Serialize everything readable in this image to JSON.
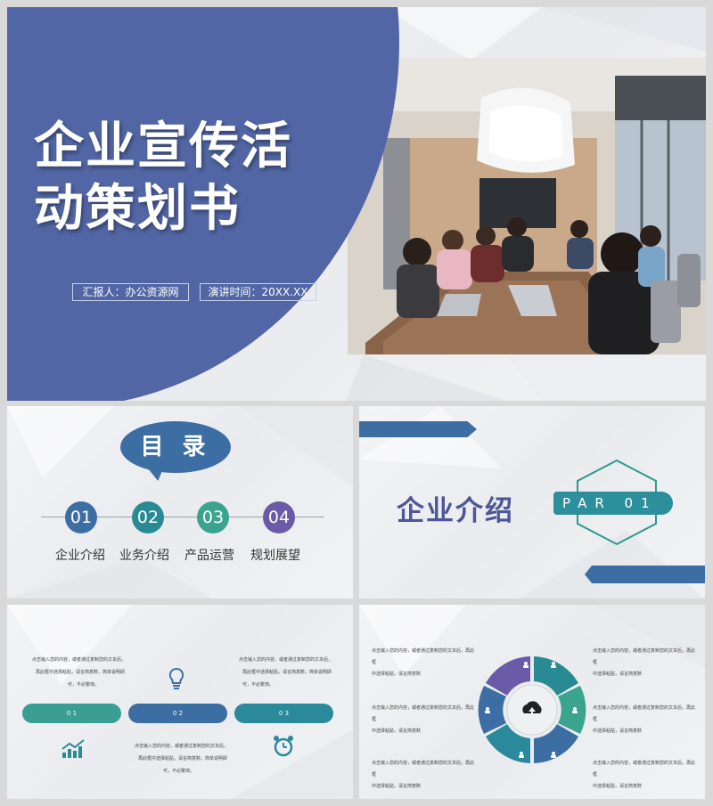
{
  "slide1": {
    "title_line1": "企业宣传活",
    "title_line2": "动策划书",
    "reporter": "汇报人：办公资源网",
    "speech_time": "演讲时间：20XX.XX"
  },
  "slide2": {
    "toc_title": "目 录",
    "items": [
      {
        "num": "01",
        "label": "企业介绍",
        "color": "#3c6ea3"
      },
      {
        "num": "02",
        "label": "业务介绍",
        "color": "#2a8a94"
      },
      {
        "num": "03",
        "label": "产品运营",
        "color": "#3aa48f"
      },
      {
        "num": "04",
        "label": "规划展望",
        "color": "#6a5aa8"
      }
    ]
  },
  "slide3": {
    "heading": "企业介绍",
    "part": "PAR 01"
  },
  "slide4": {
    "texts": {
      "t1": [
        "点击输入您的内容，或者通过复制您的文本后，",
        "再此框中选择粘贴，请言简意赅，简单说明即",
        "可，不必繁琐。"
      ],
      "t2": [
        "点击输入您的内容，或者通过复制您的文本后，",
        "再此框中选择粘贴，请言简意赅，简单说明即",
        "可，不必繁琐。"
      ],
      "t3": [
        "点击输入您的内容，或者通过复制您的文本后，",
        "再此框中选择粘贴，请言简意赅，简单说明即",
        "可，不必繁琐。"
      ]
    },
    "pills": [
      {
        "label": "0 1",
        "color": "#3a9e93"
      },
      {
        "label": "0 2",
        "color": "#3c6ea3"
      },
      {
        "label": "0 3",
        "color": "#2a8a9c"
      }
    ]
  },
  "slide5": {
    "blocks": [
      [
        "点击输入您的内容，或者通过复制您的文本后，再此框",
        "中选择粘贴，请言简意赅"
      ],
      [
        "点击输入您的内容，或者通过复制您的文本后，再此框",
        "中选择粘贴，请言简意赅"
      ],
      [
        "点击输入您的内容，或者通过复制您的文本后，再此框",
        "中选择粘贴，请言简意赅"
      ],
      [
        "点击输入您的内容，或者通过复制您的文本后，再此框",
        "中选择粘贴，请言简意赅"
      ],
      [
        "点击输入您的内容，或者通过复制您的文本后，再此框",
        "中选择粘贴，请言简意赅"
      ],
      [
        "点击输入您的内容，或者通过复制您的文本后，再此框",
        "中选择粘贴，请言简意赅"
      ]
    ],
    "ring_colors": [
      "#2a8a94",
      "#3aa48f",
      "#3c6ea3",
      "#2a8a9c",
      "#3c6ea3",
      "#6a5aa8"
    ],
    "center_icon": "cloud-upload-icon"
  }
}
